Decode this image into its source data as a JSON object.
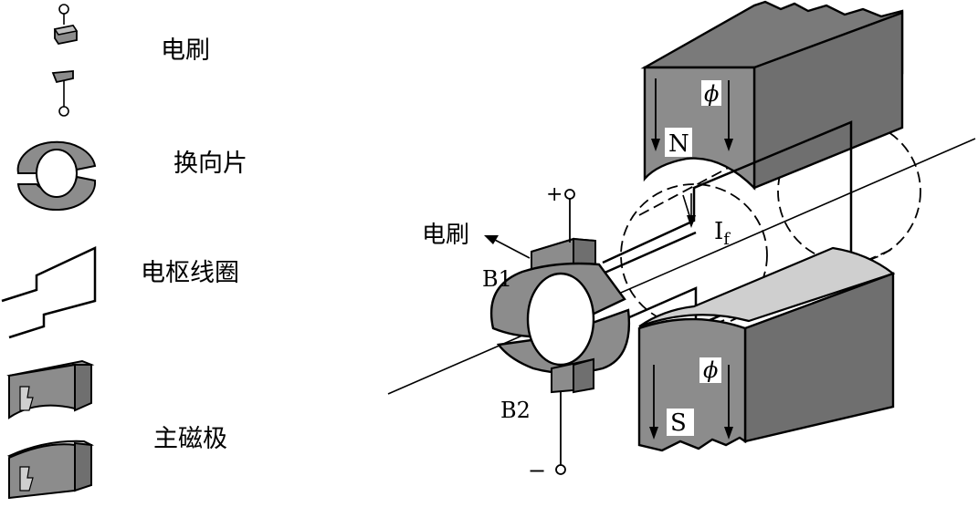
{
  "legend": {
    "brush_label": "电刷",
    "commutator_label": "换向片",
    "coil_label": "电枢线圈",
    "pole_label": "主磁极"
  },
  "machine": {
    "brush_callout": "电刷",
    "brush_b1": "B1",
    "brush_b2": "B2",
    "plus": "+",
    "minus": "−",
    "pole_n": "N",
    "pole_s": "S",
    "flux_top": "ϕ",
    "flux_bottom": "ϕ",
    "current_label": "I",
    "current_sub": "f"
  }
}
